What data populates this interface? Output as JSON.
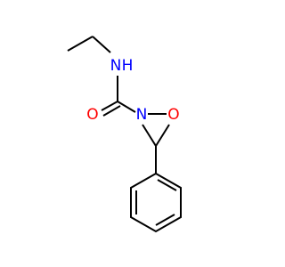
{
  "atoms": {
    "amide_nitrogen": "N",
    "amide_hydrogen": "H",
    "carbonyl_oxygen": "O",
    "ring_nitrogen": "N",
    "ring_oxygen": "O"
  },
  "colors": {
    "bond": "#000000",
    "nitrogen": "#0000ff",
    "oxygen": "#ff0000",
    "background": "#ffffff"
  }
}
